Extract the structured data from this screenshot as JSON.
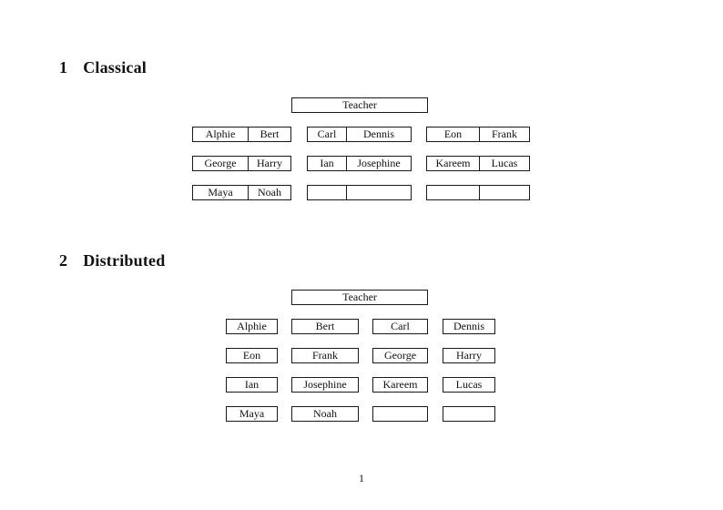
{
  "document": {
    "page_number": "1"
  },
  "colors": {
    "background": "#ffffff",
    "text": "#111111",
    "border": "#1a1a1a"
  },
  "sections": [
    {
      "number": "1",
      "title": "Classical",
      "teacher_label": "Teacher",
      "desks": [
        [
          [
            "Alphie",
            "Bert"
          ],
          [
            "Carl",
            "Dennis"
          ],
          [
            "Eon",
            "Frank"
          ]
        ],
        [
          [
            "George",
            "Harry"
          ],
          [
            "Ian",
            "Josephine"
          ],
          [
            "Kareem",
            "Lucas"
          ]
        ],
        [
          [
            "Maya",
            "Noah"
          ],
          [
            "",
            ""
          ],
          [
            "",
            ""
          ]
        ]
      ]
    },
    {
      "number": "2",
      "title": "Distributed",
      "teacher_label": "Teacher",
      "desks": [
        [
          "Alphie",
          "Bert",
          "Carl",
          "Dennis"
        ],
        [
          "Eon",
          "Frank",
          "George",
          "Harry"
        ],
        [
          "Ian",
          "Josephine",
          "Kareem",
          "Lucas"
        ],
        [
          "Maya",
          "Noah",
          "",
          ""
        ]
      ]
    }
  ]
}
